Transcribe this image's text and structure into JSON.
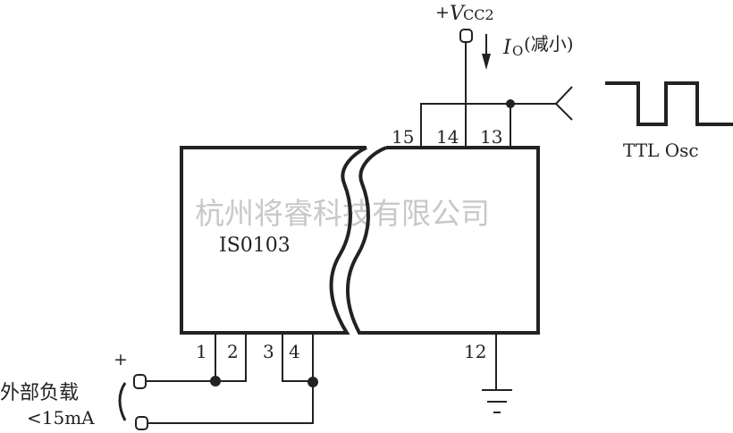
{
  "chip": {
    "name": "IS0103"
  },
  "supply": {
    "plus": "+",
    "label": "V",
    "subscript": "CC2"
  },
  "current": {
    "label": "I",
    "subscript": "O",
    "note": "(减小)"
  },
  "pins": {
    "p1": "1",
    "p2": "2",
    "p3": "3",
    "p4": "4",
    "p12": "12",
    "p13": "13",
    "p14": "14",
    "p15": "15"
  },
  "oscillator": {
    "label": "TTL Osc"
  },
  "load": {
    "plus": "+",
    "label": "外部负载",
    "limit": "<15mA"
  },
  "watermark": "杭州将睿科技有限公司"
}
